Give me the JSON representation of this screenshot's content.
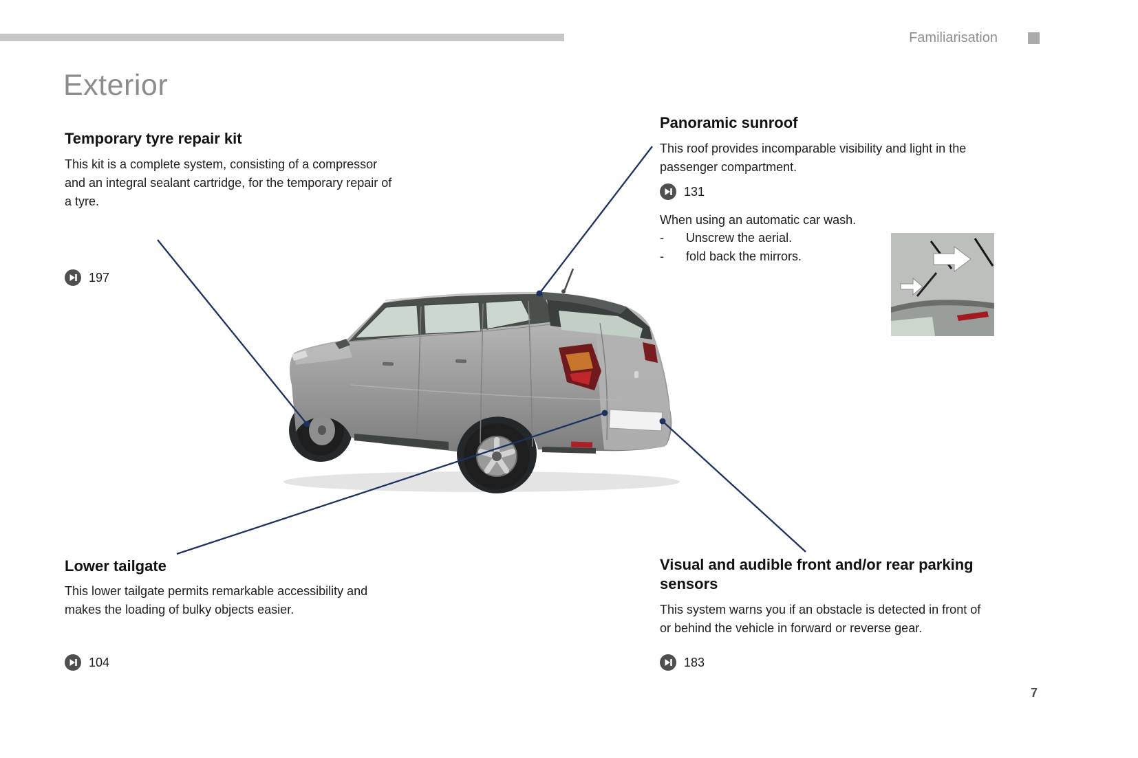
{
  "header": {
    "section_label": "Familiarisation"
  },
  "title": "Exterior",
  "page_number": "7",
  "ui": {
    "list_bullet": "-"
  },
  "sections": {
    "tyre_kit": {
      "title": "Temporary tyre repair kit",
      "body": "This kit is a complete system, consisting of a compressor and an integral sealant cartridge, for the temporary repair of a tyre.",
      "page_ref": "197"
    },
    "sunroof": {
      "title": "Panoramic sunroof",
      "body": "This roof provides incomparable visibility and light in the passenger compartment.",
      "page_ref": "131",
      "carwash_intro": "When using an automatic car wash.",
      "carwash_items": [
        "Unscrew the aerial.",
        "fold back the mirrors."
      ]
    },
    "tailgate": {
      "title": "Lower tailgate",
      "body": "This lower tailgate permits remarkable accessibility and makes the loading of bulky objects easier.",
      "page_ref": "104"
    },
    "parking": {
      "title": "Visual and audible front and/or rear parking sensors",
      "body": "This system warns you if an obstacle is detected in front of or behind the vehicle in forward or reverse gear.",
      "page_ref": "183"
    }
  },
  "colors": {
    "callout_line": "#1d3160",
    "icon_circle": "#4f4f4f",
    "header_rule": "#c7c7c7"
  }
}
